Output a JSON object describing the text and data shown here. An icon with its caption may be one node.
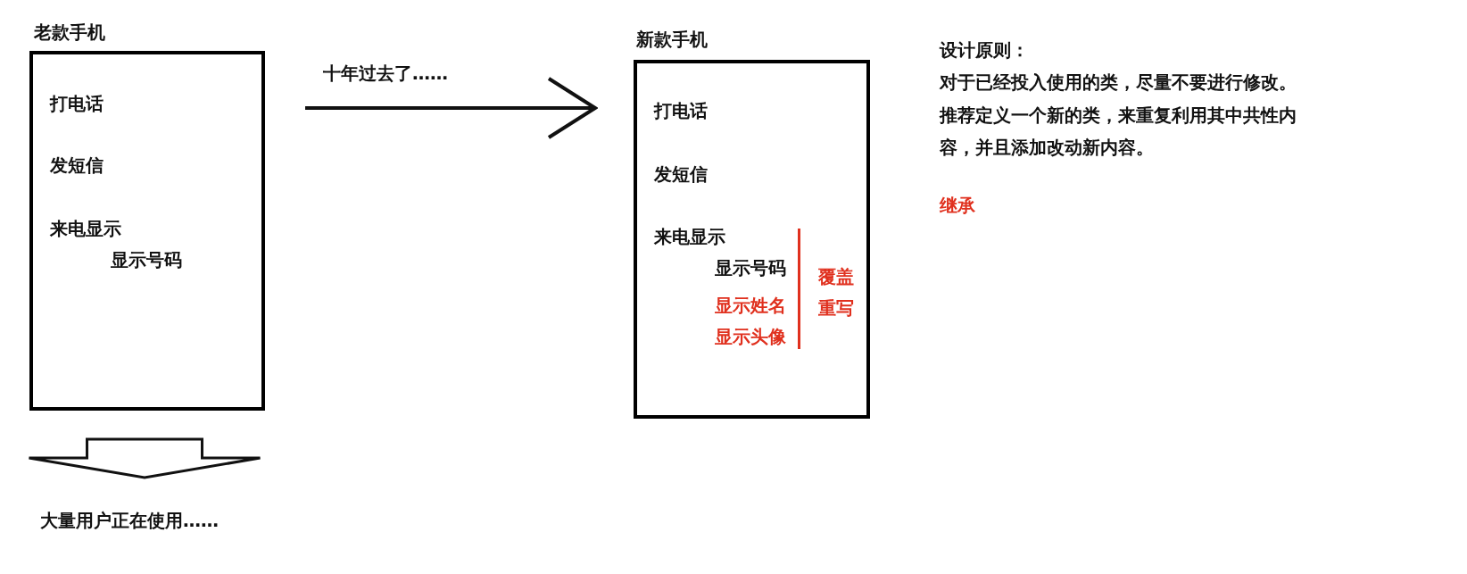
{
  "diagram": {
    "nodes": [
      {
        "text": [
          "老款手机",
          "打电话",
          "发短信",
          "来电显示",
          "显示号码"
        ]
      },
      {
        "text": [
          "新款手机",
          "打电话",
          "发短信",
          "来电显示",
          "显示号码",
          "显示姓名",
          "显示头像",
          "覆盖",
          "重写"
        ]
      },
      {
        "text": [
          "大量用户正在使用……"
        ]
      }
    ],
    "edges": [
      {
        "from": 0,
        "to": 1,
        "arrow": "to",
        "label": "十年过去了……"
      },
      {
        "from": 0,
        "to": 2,
        "arrow": "to",
        "style": "thick"
      }
    ],
    "labels": [
      "设计原则：",
      "对于已经投入使用的类，尽量不要进行修改。推荐定义一个新的类，来重复利用其中共性内容，并且添加改动新内容。",
      "继承"
    ]
  }
}
